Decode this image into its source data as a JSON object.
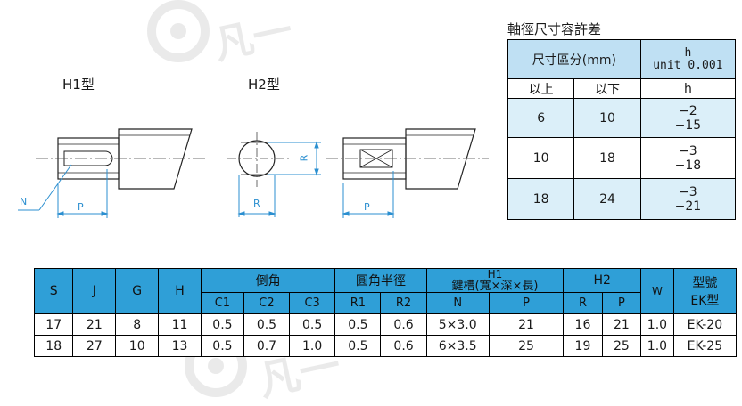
{
  "drawing": {
    "h1_label": "H1型",
    "h2_label": "H2型",
    "n_label": "N",
    "p_label_h1": "P",
    "p_label_h2": "P",
    "r_label_bottom": "R",
    "r_label_side": "R"
  },
  "tolerance": {
    "title": "軸徑尺寸容許差",
    "header_left": "尺寸區分(mm)",
    "header_right_h": "h",
    "header_right_unit": "unit 0.001",
    "sub_from": "以上",
    "sub_to": "以下",
    "sub_h": "h",
    "rows": [
      {
        "from": "6",
        "to": "10",
        "upper": "−2",
        "lower": "−15"
      },
      {
        "from": "10",
        "to": "18",
        "upper": "−3",
        "lower": "−18"
      },
      {
        "from": "18",
        "to": "24",
        "upper": "−3",
        "lower": "−21"
      }
    ]
  },
  "dimensions": {
    "headers": {
      "s": "S",
      "j": "J",
      "g": "G",
      "h": "H",
      "chamfer": "倒角",
      "round": "圓角半徑",
      "h1_top": "H1",
      "h1_sub": "鍵槽(寬×深×長)",
      "h2": "H2",
      "w": "W",
      "model": "型號",
      "model_sub": "EK型"
    },
    "subheaders": {
      "c1": "C1",
      "c2": "C2",
      "c3": "C3",
      "r1": "R1",
      "r2": "R2",
      "n": "N",
      "p": "P",
      "r": "R",
      "p2": "P"
    },
    "rows": [
      {
        "s": "17",
        "j": "21",
        "g": "8",
        "h": "11",
        "c1": "0.5",
        "c2": "0.5",
        "c3": "0.5",
        "r1": "0.5",
        "r2": "0.6",
        "n": "5×3.0",
        "p": "21",
        "r": "16",
        "p2": "21",
        "w": "1.0",
        "model": "EK-20"
      },
      {
        "s": "18",
        "j": "27",
        "g": "10",
        "h": "13",
        "c1": "0.5",
        "c2": "0.7",
        "c3": "1.0",
        "r1": "0.5",
        "r2": "0.6",
        "n": "6×3.5",
        "p": "25",
        "r": "19",
        "p2": "25",
        "w": "1.0",
        "model": "EK-25"
      }
    ]
  },
  "colors": {
    "header_blue": "#2f9fd7",
    "light_blue": "#dbeff9",
    "dimension_line_blue": "#2b8fd0"
  }
}
